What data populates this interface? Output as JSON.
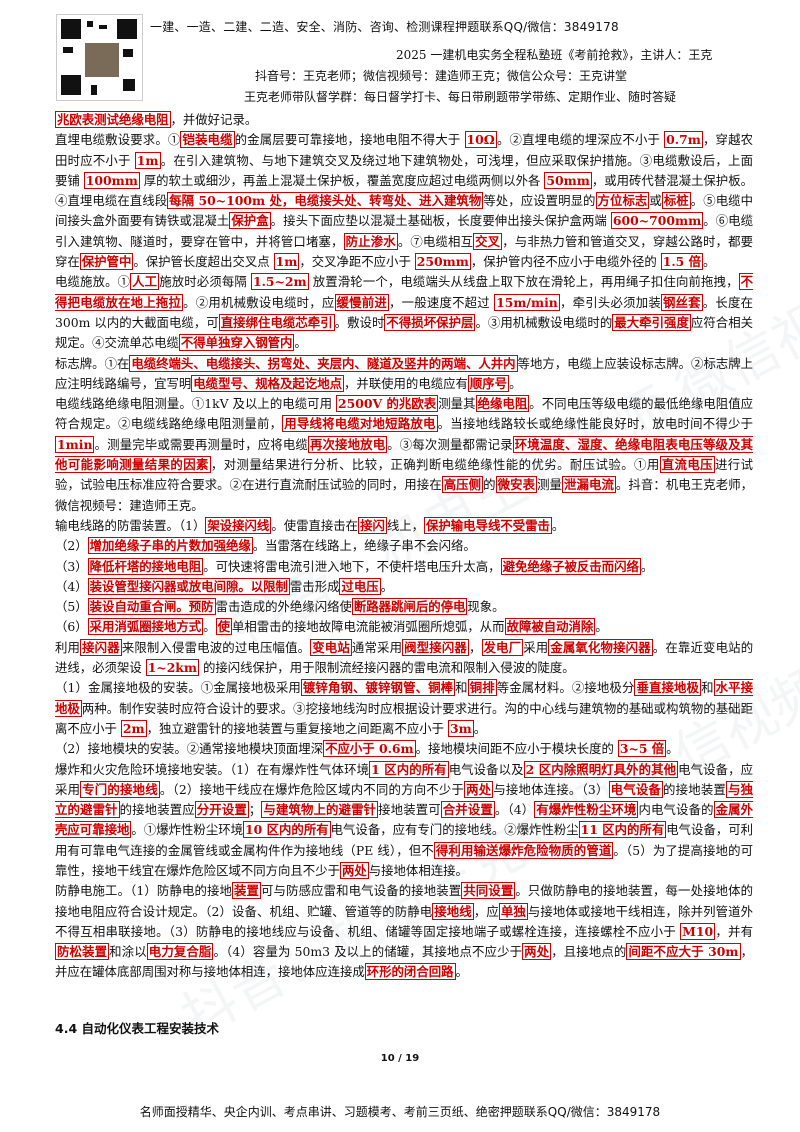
{
  "header": {
    "banner": "一建、一造、二建、二造、安全、消防、咨询、检测课程押题联系QQ/微信：3849178",
    "course_title": "2025 一建机电实务全程私塾班《考前抢救》，主讲人：王克",
    "contacts": "抖音号：王克老师；微信视频号：建造师王克；微信公众号：王克讲堂",
    "group": "王克老师带队督学群：每日督学打卡、每日带刷题带学带练、定期作业、随时答疑"
  },
  "content": {
    "p0": [
      [
        "t",
        "兆欧表测试绝缘电阻",
        "h"
      ],
      [
        "t",
        "，并做好记录。"
      ]
    ],
    "p1": [
      [
        "t",
        "直埋电缆敷设要求。①"
      ],
      [
        "t",
        "铠装电缆",
        "h"
      ],
      [
        "t",
        "的金属层要可靠接地，接地电阻不得大于 "
      ],
      [
        "t",
        "10Ω",
        "h"
      ],
      [
        "t",
        "。②直埋电缆的埋深应不小于 "
      ],
      [
        "t",
        "0.7m",
        "h"
      ],
      [
        "t",
        "，穿越农田时应不小于 "
      ],
      [
        "t",
        "1m",
        "h"
      ],
      [
        "t",
        "。在引入建筑物、与地下建筑交叉及绕过地下建筑物处，可浅埋，但应采取保护措施。③电缆敷设后，上面要铺 "
      ],
      [
        "t",
        "100mm",
        "h"
      ],
      [
        "t",
        " 厚的软土或细沙，再盖上混凝土保护板，覆盖宽度应超过电缆两侧以外各 "
      ],
      [
        "t",
        "50mm",
        "h"
      ],
      [
        "t",
        "，或用砖代替混凝土保护板。④直埋电缆在直线段"
      ],
      [
        "t",
        "每隔 50~100m 处，电缆接头处、转弯处、进入建筑物",
        "h"
      ],
      [
        "t",
        "等处，应设置明显的"
      ],
      [
        "t",
        "方位标志",
        "h"
      ],
      [
        "t",
        "或"
      ],
      [
        "t",
        "标桩",
        "h"
      ],
      [
        "t",
        "。⑤电缆中间接头盒外面要有铸铁或混凝土"
      ],
      [
        "t",
        "保护盒",
        "h"
      ],
      [
        "t",
        "。接头下面应垫以混凝土基础板，长度要伸出接头保护盒两端 "
      ],
      [
        "t",
        "600~700mm",
        "h"
      ],
      [
        "t",
        "。⑥电缆引入建筑物、隧道时，要穿在管中，并将管口堵塞，"
      ],
      [
        "t",
        "防止渗水",
        "h"
      ],
      [
        "t",
        "。⑦电缆相互"
      ],
      [
        "t",
        "交叉",
        "h"
      ],
      [
        "t",
        "，与非热力管和管道交叉，穿越公路时，都要穿在"
      ],
      [
        "t",
        "保护管中",
        "h"
      ],
      [
        "t",
        "。保护管长度超出交叉点 "
      ],
      [
        "t",
        "1m",
        "h"
      ],
      [
        "t",
        "，交叉净距不应小于 "
      ],
      [
        "t",
        "250mm",
        "h"
      ],
      [
        "t",
        "，保护管内径不应小于电缆外径的 "
      ],
      [
        "t",
        "1.5 倍",
        "h"
      ],
      [
        "t",
        "。"
      ]
    ],
    "p2": [
      [
        "t",
        "电缆施放。①"
      ],
      [
        "t",
        "人工",
        "h"
      ],
      [
        "t",
        "施放时必须每隔 "
      ],
      [
        "t",
        "1.5~2m",
        "h"
      ],
      [
        "t",
        " 放置滑轮一个，电缆端头从线盘上取下放在滑轮上，再用绳子扣住向前拖拽，"
      ],
      [
        "t",
        "不得把电缆放在地上拖拉",
        "h"
      ],
      [
        "t",
        "。②用机械敷设电缆时，应"
      ],
      [
        "t",
        "缓慢前进",
        "h"
      ],
      [
        "t",
        "，一般速度不超过 "
      ],
      [
        "t",
        "15m/min",
        "h"
      ],
      [
        "t",
        "，牵引头必须加装"
      ],
      [
        "t",
        "钢丝套",
        "h"
      ],
      [
        "t",
        "。长度在 300m 以内的大截面电缆，可"
      ],
      [
        "t",
        "直接绑住电缆芯牵引",
        "h"
      ],
      [
        "t",
        "。敷设时"
      ],
      [
        "t",
        "不得损坏保护层",
        "h"
      ],
      [
        "t",
        "。③用机械敷设电缆时的"
      ],
      [
        "t",
        "最大牵引强度",
        "h"
      ],
      [
        "t",
        "应符合相关规定。④交流单芯电缆"
      ],
      [
        "t",
        "不得单独穿入钢管内",
        "h"
      ],
      [
        "t",
        "。"
      ]
    ],
    "p3": [
      [
        "t",
        "标志牌。①在"
      ],
      [
        "t",
        "电缆终端头、电缆接头、拐弯处、夹层内、隧道及竖井的两端、人井内",
        "h"
      ],
      [
        "t",
        "等地方，电缆上应装设标志牌。②标志牌上应注明线路编号，宜写明"
      ],
      [
        "t",
        "电缆型号、规格及起讫地点",
        "h"
      ],
      [
        "t",
        "，并联使用的电缆应有"
      ],
      [
        "t",
        "顺序号",
        "h"
      ],
      [
        "t",
        "。"
      ]
    ],
    "p4": [
      [
        "t",
        "电缆线路绝缘电阻测量。①1kV 及以上的电缆可用 "
      ],
      [
        "t",
        "2500V 的兆欧表",
        "h"
      ],
      [
        "t",
        "测量其"
      ],
      [
        "t",
        "绝缘电阻",
        "h"
      ],
      [
        "t",
        "。不同电压等级电缆的最低绝缘电阻值应符合规定。②电缆线路绝缘电阻测量前，"
      ],
      [
        "t",
        "用导线将电缆对地短路放电",
        "h"
      ],
      [
        "t",
        "。当接地线路较长或绝缘性能良好时，放电时间不得少于 "
      ],
      [
        "t",
        "1min",
        "h"
      ],
      [
        "t",
        "。测量完毕或需要再测量时，应将电缆"
      ],
      [
        "t",
        "再次接地放电",
        "h"
      ],
      [
        "t",
        "。③每次测量都需记录"
      ],
      [
        "t",
        "环境温度、湿度、绝缘电阻表电压等级及其他可能影响测量结果的因素",
        "h"
      ],
      [
        "t",
        "，对测量结果进行分析、比较，正确判断电缆绝缘性能的优劣。耐压试验。①用"
      ],
      [
        "t",
        "直流电压",
        "h"
      ],
      [
        "t",
        "进行试验，试验电压标准应符合要求。②在进行直流耐压试验的同时，用接在"
      ],
      [
        "t",
        "高压侧",
        "h"
      ],
      [
        "t",
        "的"
      ],
      [
        "t",
        "微安表",
        "h"
      ],
      [
        "t",
        "测量"
      ],
      [
        "t",
        "泄漏电流",
        "h"
      ],
      [
        "t",
        "。抖音：机电王克老师，微信视频号：建造师王克。"
      ]
    ],
    "p5": [
      [
        "t",
        "输电线路的防雷装置。（1）"
      ],
      [
        "t",
        "架设接闪线",
        "h"
      ],
      [
        "t",
        "。使雷直接击在"
      ],
      [
        "t",
        "接闪",
        "h"
      ],
      [
        "t",
        "线上，"
      ],
      [
        "t",
        "保护输电导线不受雷击",
        "h"
      ],
      [
        "t",
        "。"
      ]
    ],
    "p6": [
      [
        "t",
        "（2）"
      ],
      [
        "t",
        "增加绝缘子串的片数加强绝缘",
        "h"
      ],
      [
        "t",
        "。当雷落在线路上，绝缘子串不会闪络。"
      ]
    ],
    "p7": [
      [
        "t",
        "（3）"
      ],
      [
        "t",
        "降低杆塔的接地电阻",
        "h"
      ],
      [
        "t",
        "。可快速将雷电流引泄入地下，不使杆塔电压升太高，"
      ],
      [
        "t",
        "避免绝缘子被反击而闪络",
        "h"
      ],
      [
        "t",
        "。"
      ]
    ],
    "p8": [
      [
        "t",
        "（4）"
      ],
      [
        "t",
        "装设管型接闪器或放电间隙。以限制",
        "h"
      ],
      [
        "t",
        "雷击形成"
      ],
      [
        "t",
        "过电压",
        "h"
      ],
      [
        "t",
        "。"
      ]
    ],
    "p9": [
      [
        "t",
        "（5）"
      ],
      [
        "t",
        "装设自动重合闸。预防",
        "h"
      ],
      [
        "t",
        "雷击造成的外绝缘闪络使"
      ],
      [
        "t",
        "断路器跳闸后的停电",
        "h"
      ],
      [
        "t",
        "现象。"
      ]
    ],
    "p10": [
      [
        "t",
        "（6）"
      ],
      [
        "t",
        "采用消弧圈接地方式",
        "h"
      ],
      [
        "t",
        "。"
      ],
      [
        "t",
        "使",
        "h"
      ],
      [
        "t",
        "单相雷击的接地故障电流能被消弧圈所熄弧，从而"
      ],
      [
        "t",
        "故障被自动消除",
        "h"
      ],
      [
        "t",
        "。"
      ]
    ],
    "p11": [
      [
        "t",
        "利用"
      ],
      [
        "t",
        "接闪器",
        "h"
      ],
      [
        "t",
        "来限制入侵雷电波的过电压幅值。"
      ],
      [
        "t",
        "变电站",
        "h"
      ],
      [
        "t",
        "通常采用"
      ],
      [
        "t",
        "阀型接闪器",
        "h"
      ],
      [
        "t",
        "，"
      ],
      [
        "t",
        "发电厂",
        "h"
      ],
      [
        "t",
        "采用"
      ],
      [
        "t",
        "金属氧化物接闪器",
        "h"
      ],
      [
        "t",
        "。在靠近变电站的进线，必须架设 "
      ],
      [
        "t",
        "1~2km",
        "h"
      ],
      [
        "t",
        " 的接闪线保护，用于限制流经接闪器的雷电流和限制入侵波的陡度。"
      ]
    ],
    "p12": [
      [
        "t",
        "（1）金属接地极的安装。①金属接地极采用"
      ],
      [
        "t",
        "镀锌角钢、镀锌钢管、铜棒",
        "h"
      ],
      [
        "t",
        "和"
      ],
      [
        "t",
        "铜排",
        "h"
      ],
      [
        "t",
        "等金属材料。②接地极分"
      ],
      [
        "t",
        "垂直接地极",
        "h"
      ],
      [
        "t",
        "和"
      ],
      [
        "t",
        "水平接地极",
        "h"
      ],
      [
        "t",
        "两种。制作安装时应符合设计的要求。③挖接地线沟时应根据设计要求进行。沟的中心线与建筑物的基础或构筑物的基础距离不应小于 "
      ],
      [
        "t",
        "2m",
        "h"
      ],
      [
        "t",
        "，独立避雷针的接地装置与重复接地之间距离不应小于 "
      ],
      [
        "t",
        "3m",
        "h"
      ],
      [
        "t",
        "。"
      ]
    ],
    "p13": [
      [
        "t",
        "（2）接地模块的安装。②通常接地模块顶面埋深"
      ],
      [
        "t",
        "不应小于 0.6m",
        "h"
      ],
      [
        "t",
        "。接地模块间距不应小于模块长度的 "
      ],
      [
        "t",
        "3~5 倍",
        "h"
      ],
      [
        "t",
        "。"
      ]
    ],
    "p14": [
      [
        "t",
        "爆炸和火灾危险环境接地安装。（1）在有爆炸性气体环境"
      ],
      [
        "t",
        "1 区内的所有",
        "h"
      ],
      [
        "t",
        "电气设备以及"
      ],
      [
        "t",
        "2 区内除照明灯具外的其他",
        "h"
      ],
      [
        "t",
        "电气设备，应采用"
      ],
      [
        "t",
        "专门的接地线",
        "h"
      ],
      [
        "t",
        "。（2）接地干线应在爆炸危险区域内不同的方向不少于"
      ],
      [
        "t",
        "两处",
        "h"
      ],
      [
        "t",
        "与接地体连接。（3）"
      ],
      [
        "t",
        "电气设备",
        "h"
      ],
      [
        "t",
        "的接地装置"
      ],
      [
        "t",
        "与独立的避雷针",
        "h"
      ],
      [
        "t",
        "的接地装置应"
      ],
      [
        "t",
        "分开设置",
        "h"
      ],
      [
        "t",
        "；"
      ],
      [
        "t",
        "与建筑物上的避雷针",
        "h"
      ],
      [
        "t",
        "接地装置可"
      ],
      [
        "t",
        "合并设置",
        "h"
      ],
      [
        "t",
        "。（4）"
      ],
      [
        "t",
        "有爆炸性粉尘环境",
        "h"
      ],
      [
        "t",
        "内电气设备的"
      ],
      [
        "t",
        "金属外壳应可靠接地",
        "h"
      ],
      [
        "t",
        "。①爆炸性粉尘环境"
      ],
      [
        "t",
        "10 区内的所有",
        "h"
      ],
      [
        "t",
        "电气设备，应有专门的接地线。②爆炸性粉尘"
      ],
      [
        "t",
        "11 区内的所有",
        "h"
      ],
      [
        "t",
        "电气设备，可利用有可靠电气连接的金属管线或金属构件作为接地线（PE 线），但不"
      ],
      [
        "t",
        "得利用输送爆炸危险物质的管道",
        "h"
      ],
      [
        "t",
        "。（5）为了提高接地的可靠性，接地干线宜在爆炸危险区域不同方向且不少于"
      ],
      [
        "t",
        "两处",
        "h"
      ],
      [
        "t",
        "与接地体相连接。"
      ]
    ],
    "p15": [
      [
        "t",
        "防静电施工。（1）防静电的接地"
      ],
      [
        "t",
        "装置",
        "h"
      ],
      [
        "t",
        "可与防感应雷和电气设备的接地装置"
      ],
      [
        "t",
        "共同设置",
        "h"
      ],
      [
        "t",
        "。只做防静电的接地装置，每一处接地体的接地电阻应符合设计规定。（2）设备、机组、贮罐、管道等的防静电"
      ],
      [
        "t",
        "接地线",
        "h"
      ],
      [
        "t",
        "，应"
      ],
      [
        "t",
        "单独",
        "h"
      ],
      [
        "t",
        "与接地体或接地干线相连，除并列管道外不得互相串联接地。（3）防静电的接地线应与设备、机组、储罐等固定接地端子或螺栓连接，连接螺栓不应小于 "
      ],
      [
        "t",
        "M10",
        "h"
      ],
      [
        "t",
        "，并有"
      ],
      [
        "t",
        "防松装置",
        "h"
      ],
      [
        "t",
        "和涂以"
      ],
      [
        "t",
        "电力复合脂",
        "h"
      ],
      [
        "t",
        "。（4）容量为 50m3 及以上的储罐，其接地点不应少于"
      ],
      [
        "t",
        "两处",
        "h"
      ],
      [
        "t",
        "，且接地点的"
      ],
      [
        "t",
        "间距不应大于 30m",
        "h"
      ],
      [
        "t",
        "，并应在罐体底部周围对称与接地体相连，接地体应连接成"
      ],
      [
        "t",
        "环形的闭合回路",
        "h"
      ],
      [
        "t",
        "。"
      ]
    ]
  },
  "section_title": "4.4 自动化仪表工程安装技术",
  "page_number": "10 / 19",
  "footer": "名师面授精华、央企内训、考点串讲、习题模考、考前三页纸、绝密押题联系QQ/微信：3849178",
  "watermark_text": "抖音：机电王克老师  微信视频号：建造师王克",
  "colors": {
    "highlight": "#d00000",
    "text": "#111111"
  }
}
